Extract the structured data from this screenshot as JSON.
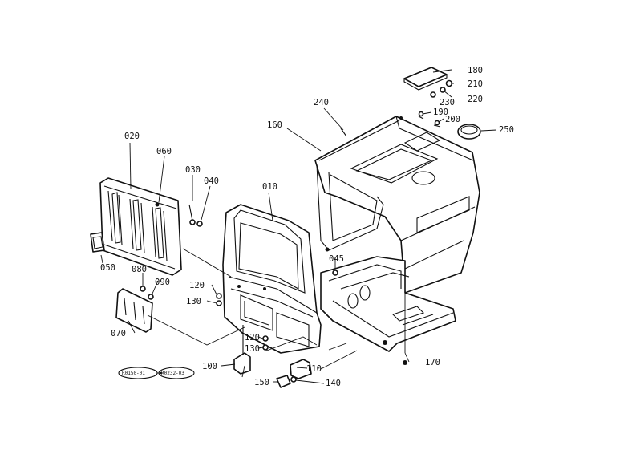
{
  "labels": {
    "p010": "010",
    "p020": "020",
    "p030": "030",
    "p040": "040",
    "p045": "045",
    "p050": "050",
    "p060": "060",
    "p070": "070",
    "p080": "080",
    "p090": "090",
    "p100": "100",
    "p110": "110",
    "p120a": "120",
    "p120b": "120",
    "p130a": "130",
    "p130b": "130",
    "p140": "140",
    "p150": "150",
    "p160": "160",
    "p170": "170",
    "p180": "180",
    "p190": "190",
    "p200": "200",
    "p210": "210",
    "p220": "220",
    "p230": "230",
    "p240": "240",
    "p250": "250"
  },
  "refs": {
    "left": "R0150-01",
    "right": "R0232-03"
  }
}
